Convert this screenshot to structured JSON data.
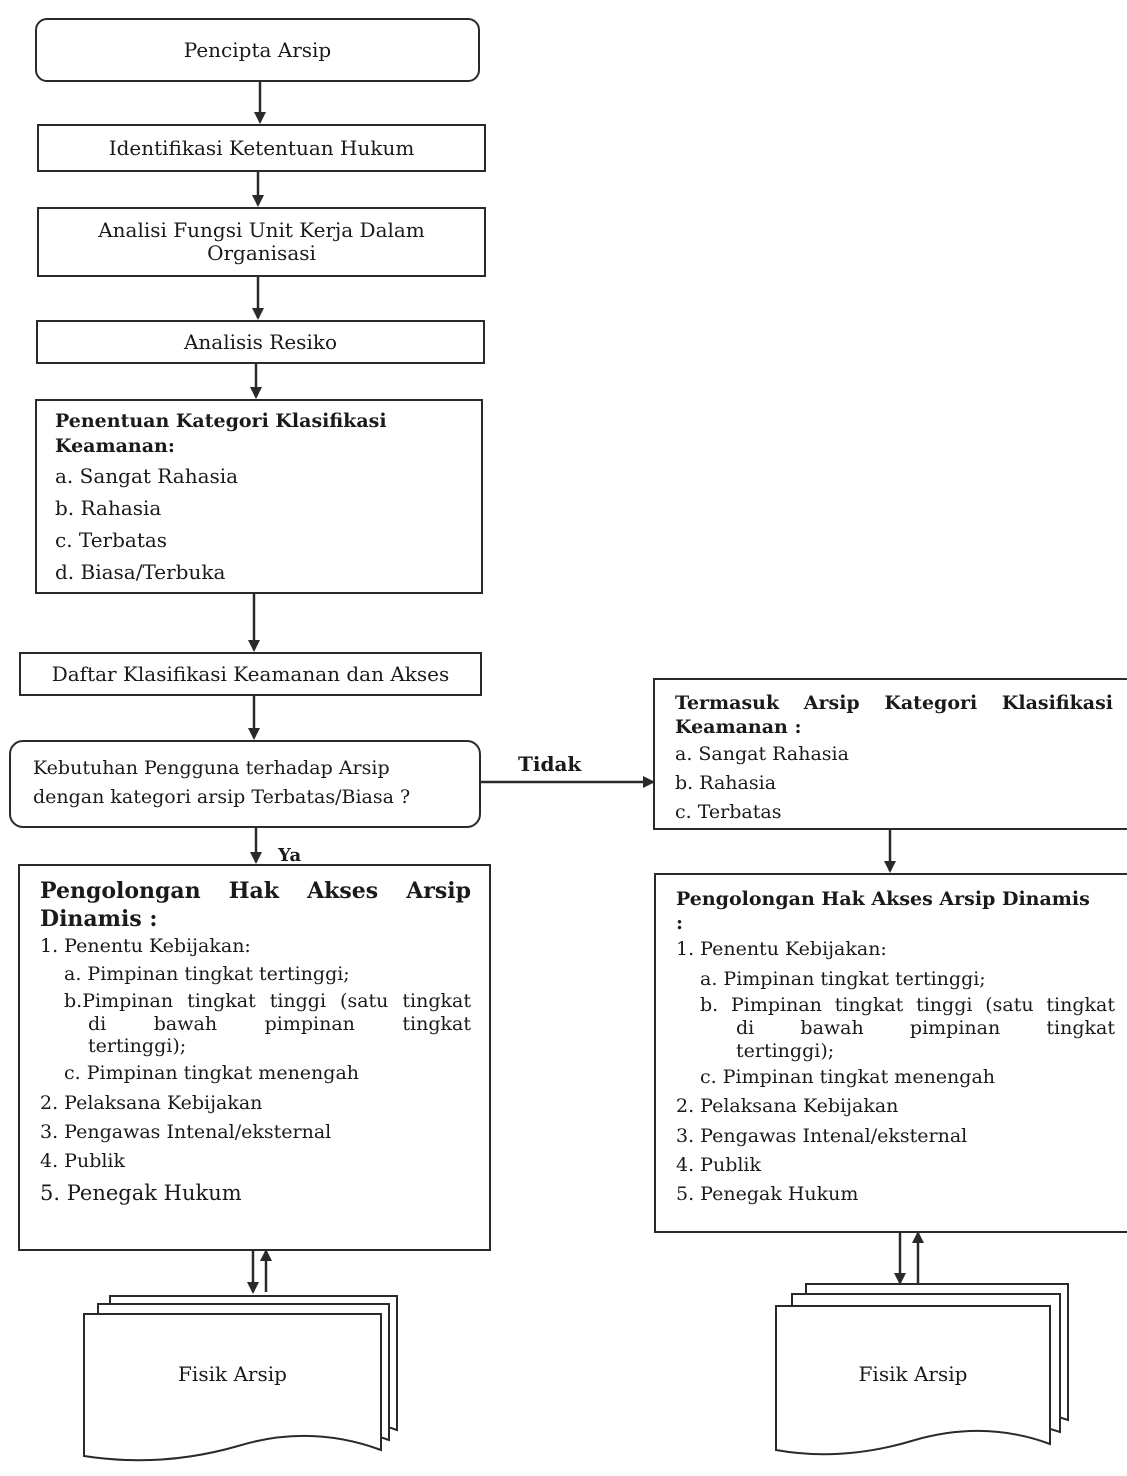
{
  "start": {
    "label": "Pencipta Arsip"
  },
  "step_legal": {
    "label": "Identifikasi Ketentuan Hukum"
  },
  "step_function": {
    "line1": "Analisi Fungsi Unit Kerja Dalam",
    "line2": "Organisasi"
  },
  "step_risk": {
    "label": "Analisis Resiko"
  },
  "category": {
    "heading1": "Penentuan Kategori Klasifikasi",
    "heading2": "Keamanan:",
    "items": [
      "a. Sangat Rahasia",
      "b. Rahasia",
      "c. Terbatas",
      "d. Biasa/Terbuka"
    ]
  },
  "list_step": {
    "label": "Daftar Klasifikasi Keamanan dan Akses"
  },
  "decision": {
    "line1": "Kebutuhan Pengguna terhadap Arsip",
    "line2": "dengan kategori arsip Terbatas/Biasa ?"
  },
  "no_label": "Tidak",
  "yes_label": "Ya",
  "secure_category": {
    "heading1": "Termasuk Arsip Kategori Klasifikasi",
    "heading2": "Keamanan :",
    "items": [
      "a. Sangat Rahasia",
      "b. Rahasia",
      "c. Terbatas"
    ]
  },
  "access_left": {
    "heading1": "Pengolongan Hak Akses Arsip",
    "heading2": "Dinamis :",
    "p1": "1. Penentu Kebijakan:",
    "a": "a. Pimpinan tingkat tertinggi;",
    "b1": "b.Pimpinan tingkat tinggi (satu tingkat",
    "b2": "di bawah pimpinan tingkat",
    "b3": "tertinggi);",
    "c": "c. Pimpinan tingkat menengah",
    "p2": "2. Pelaksana Kebijakan",
    "p3": "3. Pengawas Intenal/eksternal",
    "p4": "4. Publik",
    "p5": "5. Penegak Hukum"
  },
  "access_right": {
    "heading1": "Pengolongan Hak Akses Arsip Dinamis",
    "heading2": ":",
    "p1": "1. Penentu Kebijakan:",
    "a": "a. Pimpinan tingkat tertinggi;",
    "b1": "b. Pimpinan tingkat tinggi (satu tingkat",
    "b2": "di bawah pimpinan tingkat",
    "b3": "tertinggi);",
    "c": "c. Pimpinan tingkat menengah",
    "p2": "2. Pelaksana Kebijakan",
    "p3": "3. Pengawas Intenal/eksternal",
    "p4": "4. Publik",
    "p5": "5. Penegak Hukum"
  },
  "doc_left": {
    "label": "Fisik Arsip"
  },
  "doc_right": {
    "label": "Fisik Arsip"
  }
}
